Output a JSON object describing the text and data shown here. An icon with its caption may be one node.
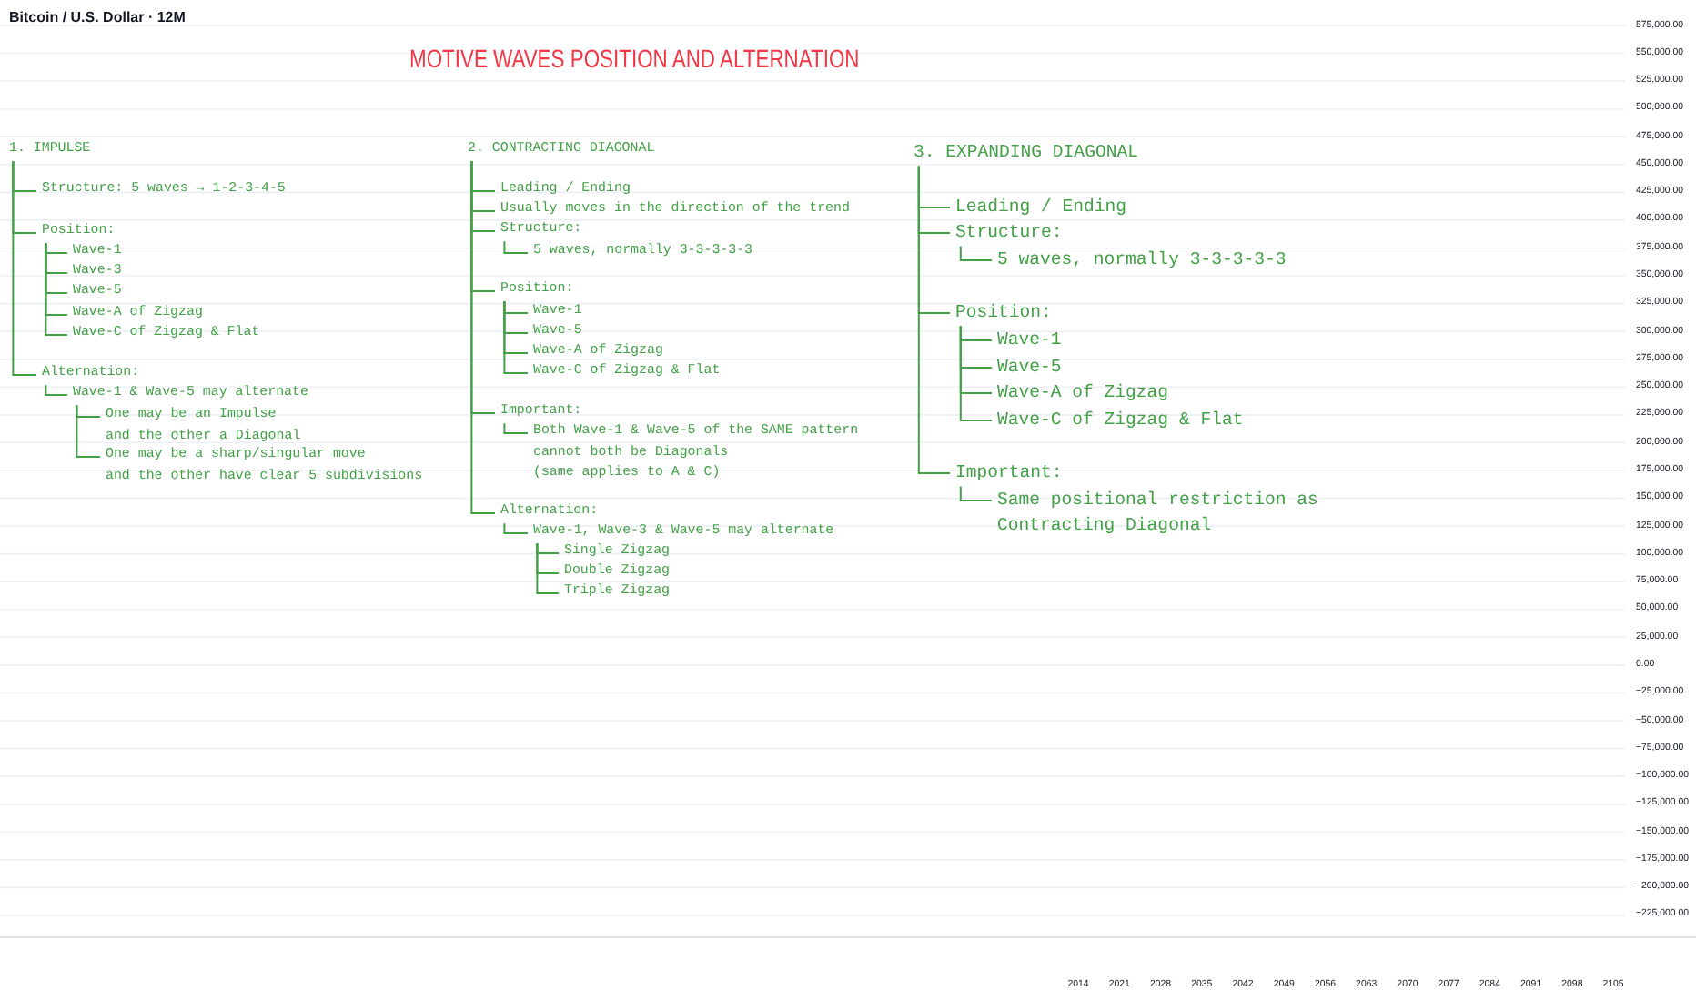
{
  "diagram": {
    "title": "MOTIVE WAVES POSITION AND ALTERNATION",
    "nodes": [
      {
        "text": [
          "1. IMPULSE"
        ]
      },
      {
        "text": [
          "Structure: 5 waves → 1-2-3-4-5"
        ]
      },
      {
        "text": [
          "Position:"
        ]
      },
      {
        "text": [
          "Wave-1"
        ]
      },
      {
        "text": [
          "Wave-3"
        ]
      },
      {
        "text": [
          "Wave-5"
        ]
      },
      {
        "text": [
          "Wave-A of Zigzag"
        ]
      },
      {
        "text": [
          "Wave-C of Zigzag & Flat"
        ]
      },
      {
        "text": [
          "Alternation:"
        ]
      },
      {
        "text": [
          "Wave-1 & Wave-5 may alternate"
        ]
      },
      {
        "text": [
          "One may be an Impulse and the other a Diagonal"
        ]
      },
      {
        "text": [
          "One may be a sharp/singular move and the other have clear 5 subdivisions"
        ]
      },
      {
        "text": [
          "2. CONTRACTING DIAGONAL"
        ]
      },
      {
        "text": [
          "Leading / Ending"
        ]
      },
      {
        "text": [
          "Usually moves in the direction of the trend"
        ]
      },
      {
        "text": [
          "Structure:"
        ]
      },
      {
        "text": [
          "5 waves, normally 3-3-3-3-3"
        ]
      },
      {
        "text": [
          "Position:"
        ]
      },
      {
        "text": [
          "Wave-1"
        ]
      },
      {
        "text": [
          "Wave-5"
        ]
      },
      {
        "text": [
          "Wave-A of Zigzag"
        ]
      },
      {
        "text": [
          "Wave-C of Zigzag & Flat"
        ]
      },
      {
        "text": [
          "Important:"
        ]
      },
      {
        "text": [
          "Both Wave-1 & Wave-5 of the SAME pattern cannot both be Diagonals (same applies to A & C)"
        ]
      },
      {
        "text": [
          "Alternation:"
        ]
      },
      {
        "text": [
          "Wave-1, Wave-3 & Wave-5 may alternate"
        ]
      },
      {
        "text": [
          "Single Zigzag"
        ]
      },
      {
        "text": [
          "Double Zigzag"
        ]
      },
      {
        "text": [
          "Triple Zigzag"
        ]
      },
      {
        "text": [
          "3. EXPANDING DIAGONAL"
        ]
      },
      {
        "text": [
          "Leading / Ending"
        ]
      },
      {
        "text": [
          "Structure:"
        ]
      },
      {
        "text": [
          "5 waves, normally 3-3-3-3-3"
        ]
      },
      {
        "text": [
          "Position:"
        ]
      },
      {
        "text": [
          "Wave-1"
        ]
      },
      {
        "text": [
          "Wave-5"
        ]
      },
      {
        "text": [
          "Wave-A of Zigzag"
        ]
      },
      {
        "text": [
          "Wave-C of Zigzag & Flat"
        ]
      },
      {
        "text": [
          "Important:"
        ]
      },
      {
        "text": [
          "Same positional restriction as Contracting Diagonal"
        ]
      }
    ],
    "edges": [
      {
        "from": 0,
        "to": 1,
        "arrow": "none"
      },
      {
        "from": 0,
        "to": 2,
        "arrow": "none"
      },
      {
        "from": 2,
        "to": 3,
        "arrow": "none"
      },
      {
        "from": 2,
        "to": 4,
        "arrow": "none"
      },
      {
        "from": 2,
        "to": 5,
        "arrow": "none"
      },
      {
        "from": 2,
        "to": 6,
        "arrow": "none"
      },
      {
        "from": 2,
        "to": 7,
        "arrow": "none"
      },
      {
        "from": 0,
        "to": 8,
        "arrow": "none"
      },
      {
        "from": 8,
        "to": 9,
        "arrow": "none"
      },
      {
        "from": 9,
        "to": 10,
        "arrow": "none"
      },
      {
        "from": 9,
        "to": 11,
        "arrow": "none"
      },
      {
        "from": 12,
        "to": 13,
        "arrow": "none"
      },
      {
        "from": 12,
        "to": 14,
        "arrow": "none"
      },
      {
        "from": 12,
        "to": 15,
        "arrow": "none"
      },
      {
        "from": 15,
        "to": 16,
        "arrow": "none"
      },
      {
        "from": 12,
        "to": 17,
        "arrow": "none"
      },
      {
        "from": 17,
        "to": 18,
        "arrow": "none"
      },
      {
        "from": 17,
        "to": 19,
        "arrow": "none"
      },
      {
        "from": 17,
        "to": 20,
        "arrow": "none"
      },
      {
        "from": 17,
        "to": 21,
        "arrow": "none"
      },
      {
        "from": 12,
        "to": 22,
        "arrow": "none"
      },
      {
        "from": 22,
        "to": 23,
        "arrow": "none"
      },
      {
        "from": 12,
        "to": 24,
        "arrow": "none"
      },
      {
        "from": 24,
        "to": 25,
        "arrow": "none"
      },
      {
        "from": 25,
        "to": 26,
        "arrow": "none"
      },
      {
        "from": 25,
        "to": 27,
        "arrow": "none"
      },
      {
        "from": 25,
        "to": 28,
        "arrow": "none"
      },
      {
        "from": 29,
        "to": 30,
        "arrow": "none"
      },
      {
        "from": 29,
        "to": 31,
        "arrow": "none"
      },
      {
        "from": 31,
        "to": 32,
        "arrow": "none"
      },
      {
        "from": 29,
        "to": 33,
        "arrow": "none"
      },
      {
        "from": 33,
        "to": 34,
        "arrow": "none"
      },
      {
        "from": 33,
        "to": 35,
        "arrow": "none"
      },
      {
        "from": 33,
        "to": 36,
        "arrow": "none"
      },
      {
        "from": 33,
        "to": 37,
        "arrow": "none"
      },
      {
        "from": 29,
        "to": 38,
        "arrow": "none"
      },
      {
        "from": 38,
        "to": 39,
        "arrow": "none"
      }
    ],
    "labels": [
      "Bitcoin / U.S. Dollar · 12M",
      "575,000.00",
      "550,000.00",
      "525,000.00",
      "500,000.00",
      "475,000.00",
      "450,000.00",
      "425,000.00",
      "400,000.00",
      "375,000.00",
      "350,000.00",
      "325,000.00",
      "300,000.00",
      "275,000.00",
      "250,000.00",
      "225,000.00",
      "200,000.00",
      "175,000.00",
      "150,000.00",
      "125,000.00",
      "100,000.00",
      "75,000.00",
      "50,000.00",
      "25,000.00",
      "0.00",
      "−25,000.00",
      "−50,000.00",
      "−75,000.00",
      "−100,000.00",
      "−125,000.00",
      "−150,000.00",
      "−175,000.00",
      "−200,000.00",
      "−225,000.00",
      "2014",
      "2021",
      "2028",
      "2035",
      "2042",
      "2049",
      "2056",
      "2063",
      "2070",
      "2077",
      "2084",
      "2091",
      "2098",
      "2105"
    ]
  }
}
